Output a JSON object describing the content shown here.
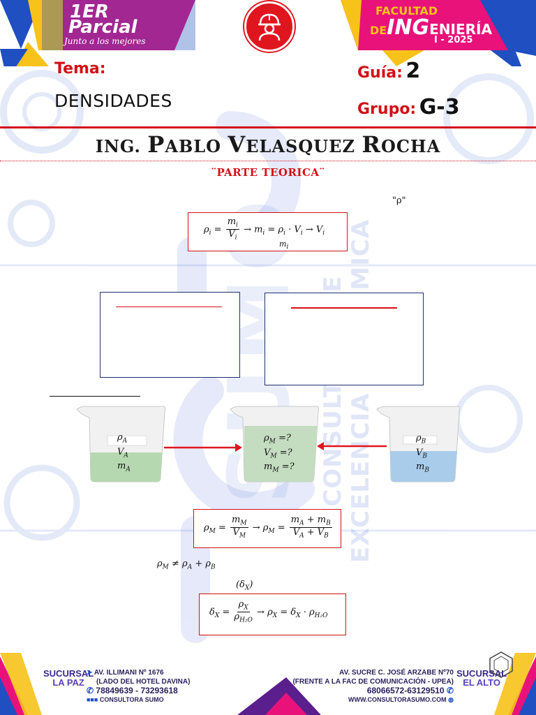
{
  "header": {
    "logo_left_line1": "1ER",
    "logo_left_line2": "Parcial",
    "logo_left_slogan": "Junto a los mejores",
    "logo_right_line1": "FACULTAD",
    "logo_right_line2a": "DE",
    "logo_right_line2b": "ING",
    "logo_right_line2c": "ENIERÍA",
    "logo_right_line3": "I - 2025",
    "badge_icon": "engineer-helmet-icon"
  },
  "info": {
    "tema_label": "Tema:",
    "tema_value": "DENSIDADES",
    "guia_label": "Guía:",
    "guia_value": "2",
    "grupo_label": "Grupo:",
    "grupo_value": "G-3"
  },
  "author": {
    "prefix": "ING.",
    "w1_cap": "P",
    "w1_rest": "ABLO",
    "w2_cap": "V",
    "w2_rest": "ELASQUEZ",
    "w3_cap": "R",
    "w3_rest": "OCHA"
  },
  "section_title": "¨PARTE TEORICA¨",
  "symbol_rho": "\"ρ\"",
  "beakers": {
    "a": {
      "l1": "ρ",
      "l1s": "A",
      "l2": "V",
      "l2s": "A",
      "l3": "m",
      "l3s": "A"
    },
    "m": {
      "l1": "ρ",
      "l1s": "M",
      "l1v": "=?",
      "l2": "V",
      "l2s": "M",
      "l2v": "=?",
      "l3": "m",
      "l3s": "M",
      "l3v": "=?"
    },
    "b": {
      "l1": "ρ",
      "l1s": "B",
      "l2": "V",
      "l2s": "B",
      "l3": "m",
      "l3s": "B"
    }
  },
  "formula_inequality": "ρ_M ≠ ρ_A + ρ_B",
  "formula_delta_label": "(δ_X)",
  "watermark": {
    "vertical_text": "CONSULTORA DE EXCELENCIA ACADÉMICA",
    "brand": "SUMO"
  },
  "footer": {
    "left_branch_1": "SUCURSAL",
    "left_branch_2": "LA PAZ",
    "left_addr_1": "AV. ILLIMANI Nº 1676",
    "left_addr_2": "(LADO DEL HOTEL DAVINA)",
    "left_phone": "78849639 - 73293618",
    "left_social": "CONSULTORA SUMO",
    "right_addr_1": "AV. SUCRE C. JOSÉ ARZABE Nº70",
    "right_addr_2": "(FRENTE A LA FAC DE COMUNICACIÓN - UPEA)",
    "right_phone": "68066572-63129510",
    "right_web": "WWW.CONSULTORASUMO.COM",
    "right_branch_1": "SUCURSAL",
    "right_branch_2": "EL ALTO"
  },
  "colors": {
    "red": "#d31016",
    "blue_frame": "#1b2f6e",
    "header_blue": "#1f4fc1",
    "header_pink": "#e8127a",
    "header_yellow": "#f7c21a",
    "footer_purple": "#5a1f8c",
    "liquid_green": "#b6d8b0",
    "liquid_blue": "#a9ccea"
  }
}
